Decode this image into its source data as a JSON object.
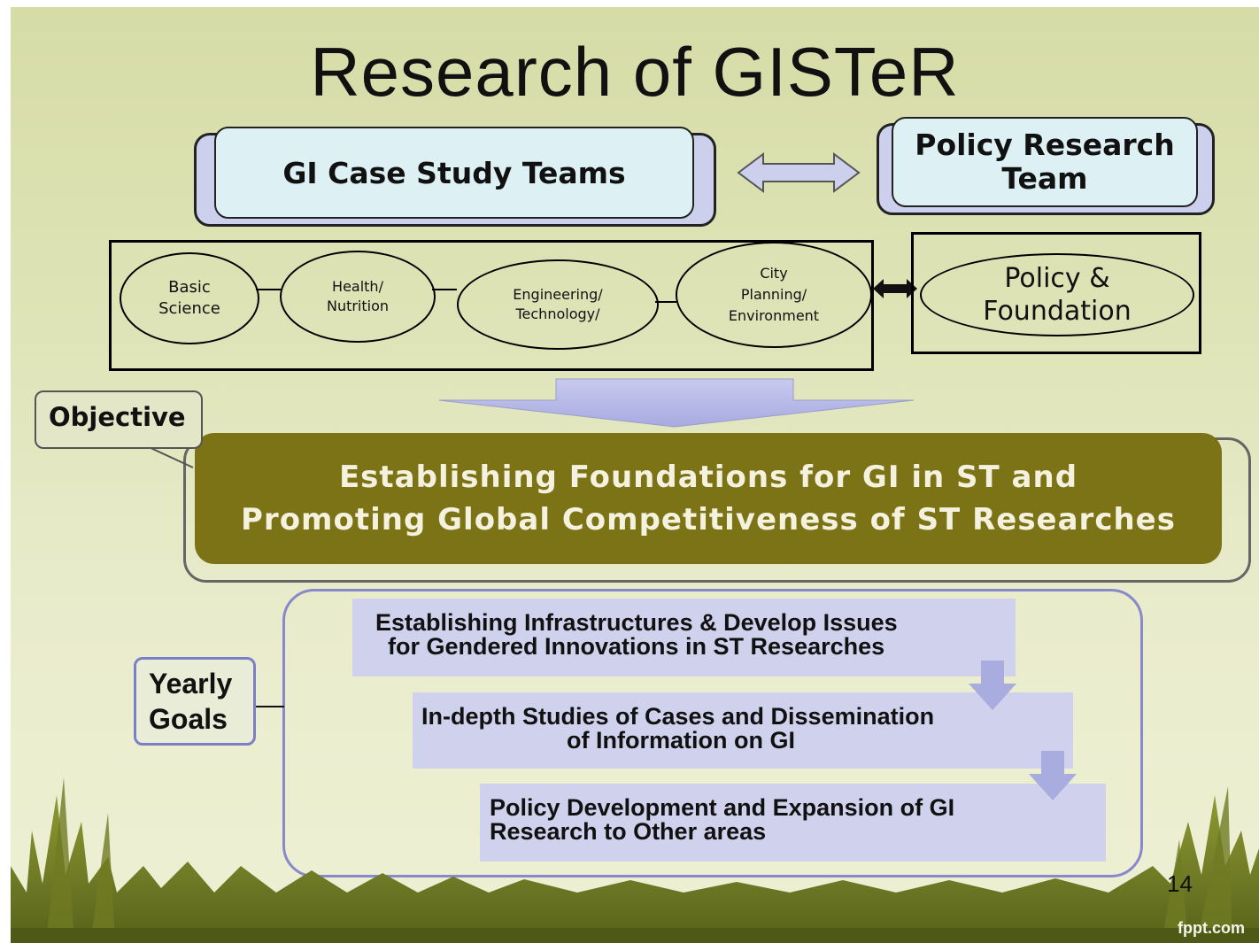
{
  "title": "Research of GISTeR",
  "teams": {
    "case_study": "GI Case Study Teams",
    "policy_line1": "Policy  Research",
    "policy_line2": "Team"
  },
  "fields": [
    {
      "line1": "Basic",
      "line2": "Science",
      "line3": ""
    },
    {
      "line1": "Health/",
      "line2": "Nutrition",
      "line3": ""
    },
    {
      "line1": "Engineering/",
      "line2": "Technology/",
      "line3": ""
    },
    {
      "line1": "City",
      "line2": "Planning/",
      "line3": "Environment"
    }
  ],
  "policy_foundation": {
    "line1": "Policy &",
    "line2": "Foundation"
  },
  "objective": {
    "label": "Objective",
    "line1": "Establishing  Foundations  for  GI  in  ST  and",
    "line2": "Promoting  Global  Competitiveness  of  ST  Researches"
  },
  "yearly_goals": {
    "label_line1": "Yearly",
    "label_line2": "Goals",
    "goals": [
      {
        "line1": "Establishing Infrastructures & Develop Issues",
        "line2": "for Gendered Innovations in ST Researches"
      },
      {
        "line1": "In-depth Studies of Cases and Dissemination",
        "line2": "of Information on GI"
      },
      {
        "line1": "Policy Development and Expansion of GI",
        "line2": "Research to Other areas"
      }
    ]
  },
  "page_number": "14",
  "brand": "fppt.com",
  "colors": {
    "background": "#dfe4b8",
    "team_box": "#ccd0ec",
    "team_inner": "#ddf1f4",
    "objective_banner": "#7b7316",
    "goal_box": "#d0d1ec",
    "arrow": "#b3b6e3",
    "grass": "#6f7a22"
  }
}
